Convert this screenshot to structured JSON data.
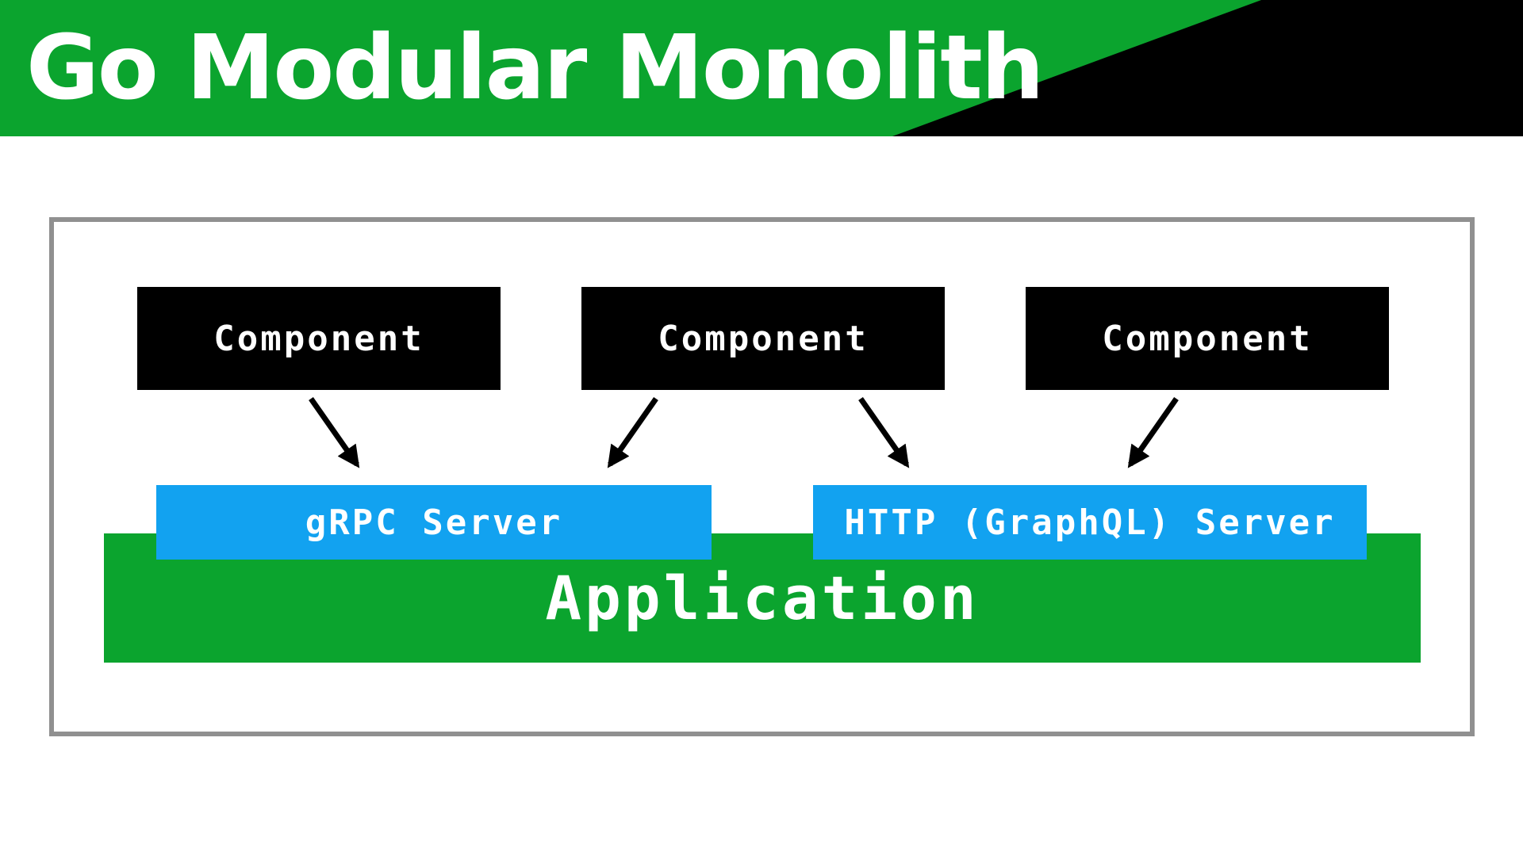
{
  "header": {
    "title": "Go Modular Monolith",
    "bg_color": "#0BA42E",
    "wedge_color": "#000000",
    "title_color": "#FFFFFF"
  },
  "diagram": {
    "components": [
      {
        "label": "Component"
      },
      {
        "label": "Component"
      },
      {
        "label": "Component"
      }
    ],
    "servers": [
      {
        "label": "gRPC Server"
      },
      {
        "label": "HTTP (GraphQL) Server"
      }
    ],
    "application": {
      "label": "Application"
    },
    "connections": [
      {
        "from": "component-1",
        "to": "grpc-server"
      },
      {
        "from": "component-2",
        "to": "grpc-server"
      },
      {
        "from": "component-2",
        "to": "http-graphql-server"
      },
      {
        "from": "component-3",
        "to": "http-graphql-server"
      }
    ],
    "colors": {
      "component_bg": "#000000",
      "server_bg": "#12A2F0",
      "application_bg": "#0BA42E",
      "frame_border": "#909090",
      "arrow": "#000000",
      "label_text": "#FFFFFF"
    }
  }
}
